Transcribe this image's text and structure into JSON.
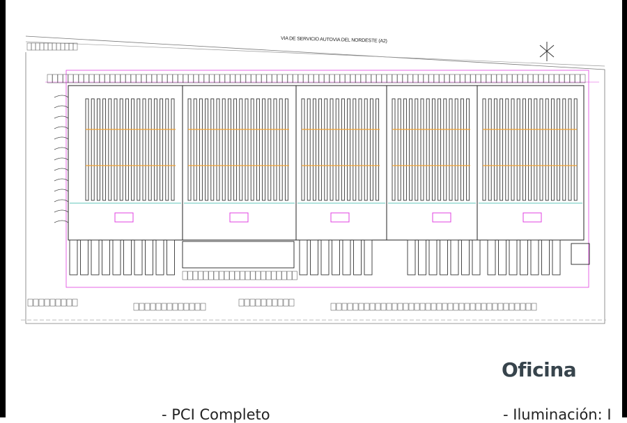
{
  "plan": {
    "road_label": "VIA DE SERVICIO AUTOVIA DEL NORDESTE (A2)",
    "sections": 5,
    "colors": {
      "boundary": "#e040e0",
      "racks": "#333333",
      "beams": "#f0a030",
      "lines": "#2ab0a0"
    }
  },
  "section_heading": "Oficina",
  "bullets": {
    "left": "- PCI Completo",
    "right": "- Iluminación: I"
  }
}
